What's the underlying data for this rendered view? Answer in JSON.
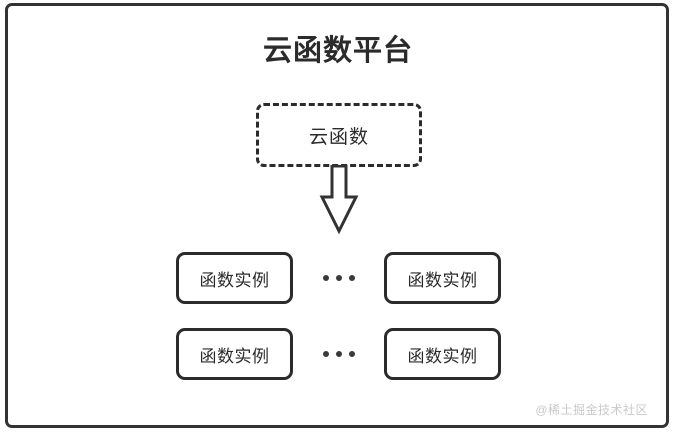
{
  "diagram": {
    "title": "云函数平台",
    "cloud_function": {
      "label": "云函数",
      "border_style": "dashed"
    },
    "arrow": {
      "icon": "down-block-arrow",
      "direction": "down"
    },
    "instance_rows": [
      {
        "left_instance": "函数实例",
        "ellipsis": "•••",
        "right_instance": "函数实例"
      },
      {
        "left_instance": "函数实例",
        "ellipsis": "•••",
        "right_instance": "函数实例"
      }
    ],
    "watermark": "@稀土掘金技术社区",
    "colors": {
      "stroke": "#2b2b2b",
      "frame": "#333333",
      "background": "#ffffff",
      "watermark": "#c9c9c9"
    }
  }
}
